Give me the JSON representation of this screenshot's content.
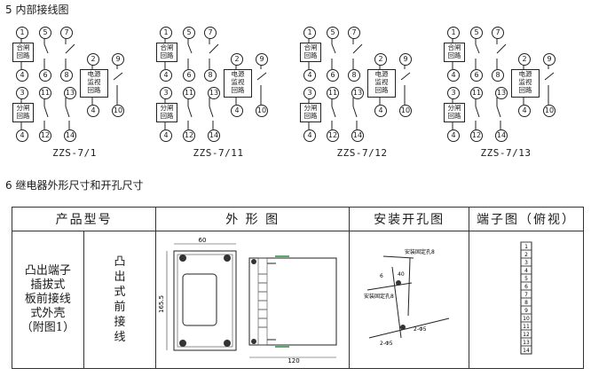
{
  "section5": {
    "title": "5 内部接线图"
  },
  "section6": {
    "title": "6 继电器外形尺寸和开孔尺寸"
  },
  "wiring": {
    "node_labels": [
      "1",
      "4",
      "3",
      "4",
      "12",
      "5",
      "6",
      "11",
      "13",
      "7",
      "8",
      "14",
      "2",
      "4",
      "9",
      "10"
    ],
    "box_close": "合闸\n回路",
    "box_open": "分闸\n回路",
    "box_monitor": "电源\n监视\n回路",
    "captions": [
      "ZZS-7/1",
      "ZZS-7/11",
      "ZZS-7/12",
      "ZZS-7/13"
    ]
  },
  "table": {
    "headers": [
      "产品型号",
      "外 形 图",
      "安装开孔图",
      "端子图（俯视）"
    ],
    "model_desc": "凸出端子\n插拔式\n板前接线\n式外壳\n（附图1）",
    "mount_type": "凸\n出\n式\n前\n接\n线",
    "outline": {
      "dim_width": "60",
      "dim_height": "165.5",
      "dim_depth": "120"
    },
    "cutout": {
      "label_top": "安装固定孔8",
      "label_left": "安装固定孔8",
      "dim_a": "40",
      "dim_b": "6",
      "dim_c": "2-Φ5",
      "dim_d": "2-Φ5"
    },
    "terminals": [
      "1",
      "2",
      "3",
      "4",
      "5",
      "6",
      "7",
      "8",
      "9",
      "10",
      "11",
      "12",
      "13",
      "14"
    ]
  }
}
